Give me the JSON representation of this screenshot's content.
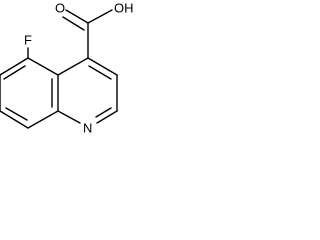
{
  "molecule": {
    "atoms": {
      "fluorine": "F",
      "carbonyl_oxygen": "O",
      "hydroxyl": "OH",
      "ring_nitrogen": "N"
    }
  }
}
